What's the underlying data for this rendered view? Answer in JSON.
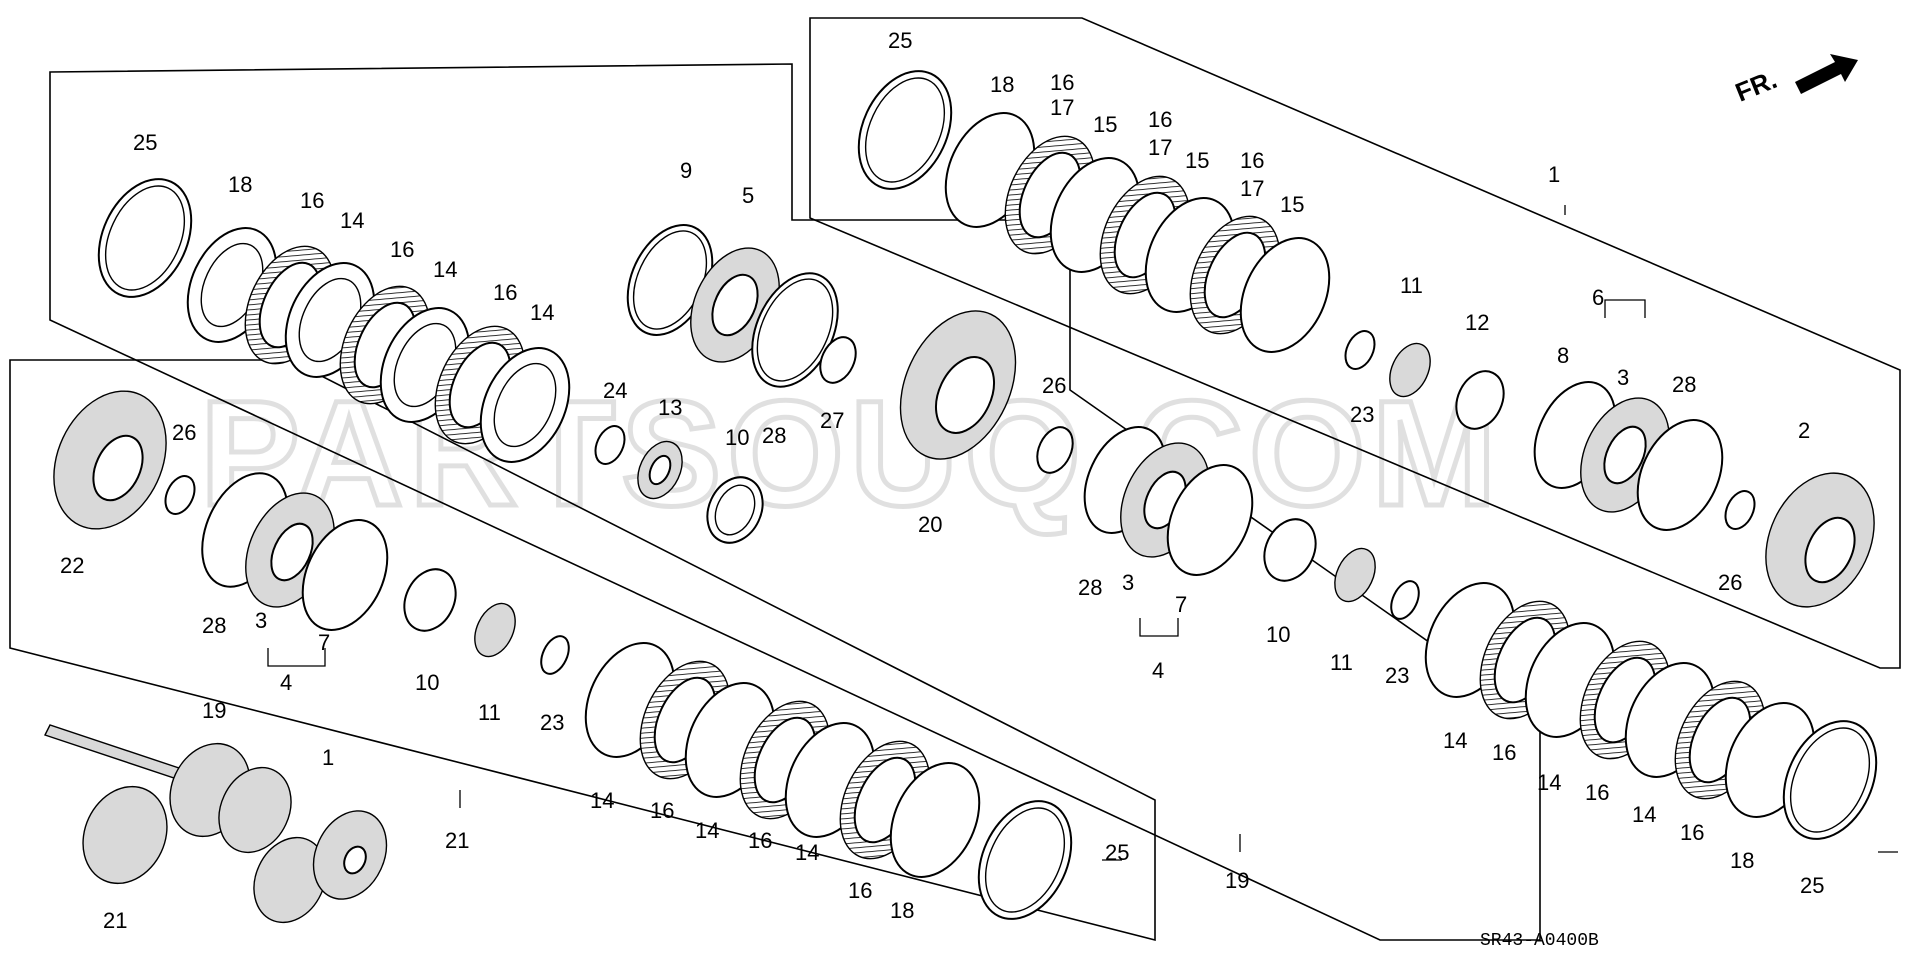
{
  "diagram": {
    "drawing_code": "SR43-A0400B",
    "direction_label": "FR.",
    "watermark": "PARTSOUQ.COM"
  },
  "callouts": [
    {
      "id": "c01",
      "text": "25"
    },
    {
      "id": "c02",
      "text": "18"
    },
    {
      "id": "c03",
      "text": "16"
    },
    {
      "id": "c04",
      "text": "14"
    },
    {
      "id": "c05",
      "text": "16"
    },
    {
      "id": "c06",
      "text": "14"
    },
    {
      "id": "c07",
      "text": "16"
    },
    {
      "id": "c08",
      "text": "14"
    },
    {
      "id": "c09",
      "text": "9"
    },
    {
      "id": "c10",
      "text": "5"
    },
    {
      "id": "c11",
      "text": "24"
    },
    {
      "id": "c12",
      "text": "13"
    },
    {
      "id": "c13",
      "text": "10"
    },
    {
      "id": "c14",
      "text": "28"
    },
    {
      "id": "c15",
      "text": "27"
    },
    {
      "id": "c16",
      "text": "20"
    },
    {
      "id": "c17",
      "text": "26"
    },
    {
      "id": "c18",
      "text": "25"
    },
    {
      "id": "c19",
      "text": "18"
    },
    {
      "id": "c20",
      "text": "16"
    },
    {
      "id": "c21",
      "text": "17"
    },
    {
      "id": "c22",
      "text": "15"
    },
    {
      "id": "c23",
      "text": "16"
    },
    {
      "id": "c24",
      "text": "17"
    },
    {
      "id": "c25",
      "text": "15"
    },
    {
      "id": "c26",
      "text": "16"
    },
    {
      "id": "c27",
      "text": "17"
    },
    {
      "id": "c28",
      "text": "15"
    },
    {
      "id": "c29",
      "text": "1"
    },
    {
      "id": "c30",
      "text": "11"
    },
    {
      "id": "c31",
      "text": "12"
    },
    {
      "id": "c32",
      "text": "6"
    },
    {
      "id": "c33",
      "text": "8"
    },
    {
      "id": "c34",
      "text": "3"
    },
    {
      "id": "c35",
      "text": "28"
    },
    {
      "id": "c36",
      "text": "23"
    },
    {
      "id": "c37",
      "text": "2"
    },
    {
      "id": "c38",
      "text": "26"
    },
    {
      "id": "c39",
      "text": "22"
    },
    {
      "id": "c40",
      "text": "26"
    },
    {
      "id": "c41",
      "text": "28"
    },
    {
      "id": "c42",
      "text": "3"
    },
    {
      "id": "c43",
      "text": "7"
    },
    {
      "id": "c44",
      "text": "4"
    },
    {
      "id": "c45",
      "text": "10"
    },
    {
      "id": "c46",
      "text": "11"
    },
    {
      "id": "c47",
      "text": "23"
    },
    {
      "id": "c48",
      "text": "28"
    },
    {
      "id": "c49",
      "text": "3"
    },
    {
      "id": "c50",
      "text": "7"
    },
    {
      "id": "c51",
      "text": "4"
    },
    {
      "id": "c52",
      "text": "10"
    },
    {
      "id": "c53",
      "text": "11"
    },
    {
      "id": "c54",
      "text": "23"
    },
    {
      "id": "c55",
      "text": "19"
    },
    {
      "id": "c56",
      "text": "1"
    },
    {
      "id": "c57",
      "text": "21"
    },
    {
      "id": "c58",
      "text": "21"
    },
    {
      "id": "c59",
      "text": "14"
    },
    {
      "id": "c60",
      "text": "16"
    },
    {
      "id": "c61",
      "text": "14"
    },
    {
      "id": "c62",
      "text": "16"
    },
    {
      "id": "c63",
      "text": "14"
    },
    {
      "id": "c64",
      "text": "16"
    },
    {
      "id": "c65",
      "text": "18"
    },
    {
      "id": "c66",
      "text": "25"
    },
    {
      "id": "c67",
      "text": "19"
    },
    {
      "id": "c68",
      "text": "14"
    },
    {
      "id": "c69",
      "text": "16"
    },
    {
      "id": "c70",
      "text": "14"
    },
    {
      "id": "c71",
      "text": "16"
    },
    {
      "id": "c72",
      "text": "14"
    },
    {
      "id": "c73",
      "text": "16"
    },
    {
      "id": "c74",
      "text": "18"
    },
    {
      "id": "c75",
      "text": "25"
    }
  ]
}
